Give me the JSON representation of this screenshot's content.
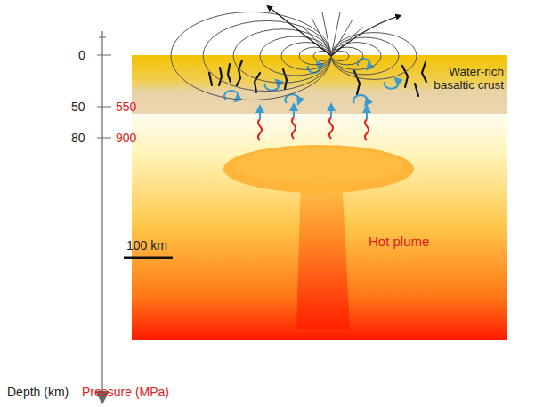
{
  "diagram": {
    "nodes": [
      {
        "text": [
          "Water-rich basaltic crust"
        ]
      }
    ],
    "labels": [
      "0",
      "50",
      "550",
      "80",
      "900",
      "100 km",
      "Hot plume",
      "Depth (km)",
      "Pressure (MPa)"
    ]
  }
}
